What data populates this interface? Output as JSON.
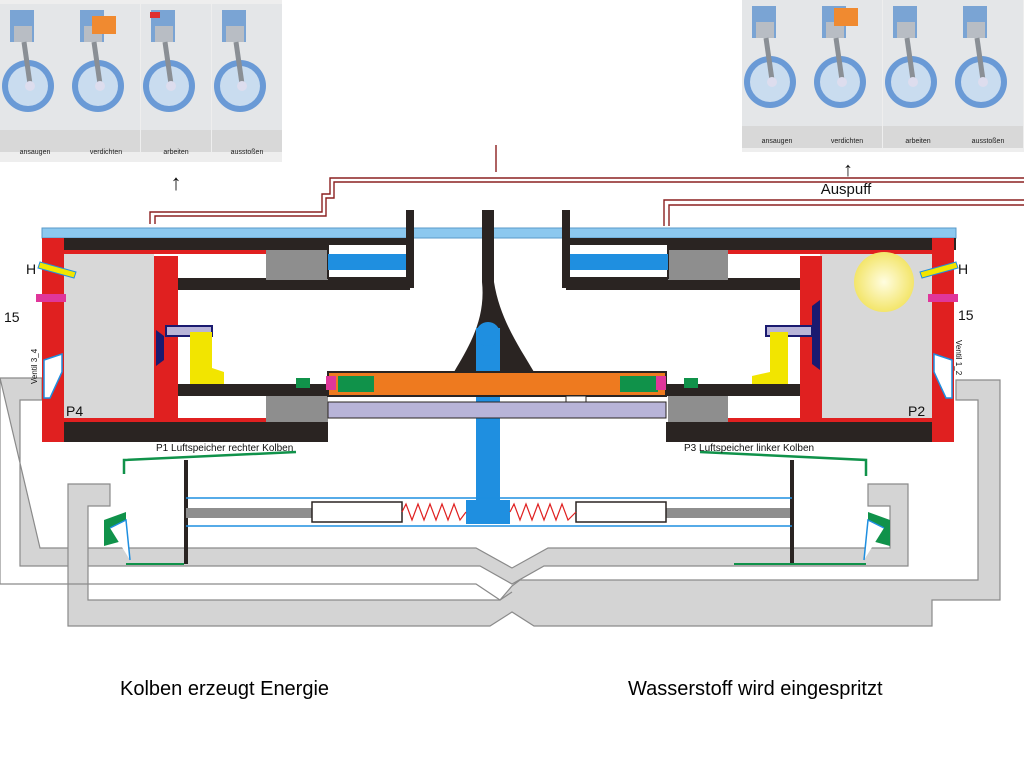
{
  "stroke_cycle": {
    "left": [
      "ansaugen",
      "verdichten",
      "arbeiten",
      "ausstoßen"
    ],
    "right": [
      "ansaugen",
      "verdichten",
      "arbeiten",
      "ausstoßen"
    ]
  },
  "arrows": {
    "up": "↑"
  },
  "labels": {
    "auspuff": "Auspuff",
    "h_left": "H",
    "h_right": "H",
    "n15_left": "15",
    "n15_right": "15",
    "ventil_left": "Ventil 3_4",
    "ventil_right": "Ventil 1_2",
    "p4": "P4",
    "p2": "P2",
    "p1": "P1 Luftspeicher rechter Kolben",
    "p3": "P3 Luftspeicher linker Kolben"
  },
  "captions": {
    "left": "Kolben erzeugt Energie",
    "right": "Wasserstoff wird eingespritzt"
  },
  "colors": {
    "red": "#e02020",
    "blue": "#1f8fe0",
    "light_blue": "#8cc8ef",
    "orange": "#ee7a1f",
    "green": "#10924a",
    "yellow": "#f2e500",
    "lavender": "#b8b4d8",
    "dark": "#2a2422",
    "duct": "#d4d4d4",
    "pink": "#e0369a"
  }
}
